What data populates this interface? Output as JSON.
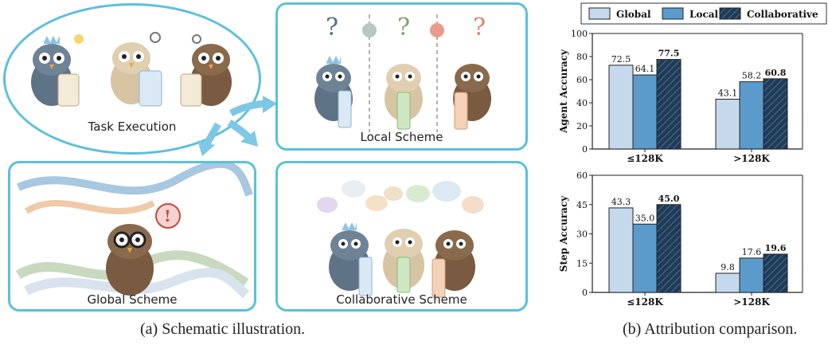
{
  "illustration": {
    "task_execution_label": "Task Execution",
    "local_scheme_label": "Local Scheme",
    "global_scheme_label": "Global Scheme",
    "collaborative_scheme_label": "Collaborative Scheme",
    "caption": "(a) Schematic illustration."
  },
  "colors": {
    "global": "#c6d9ec",
    "local": "#5b9bcb",
    "collaborative": "#1f3b57",
    "panel_border": "#5bc0de"
  },
  "legend": [
    "Global",
    "Local",
    "Collaborative"
  ],
  "caption_b": "(b) Attribution comparison.",
  "chart_data": [
    {
      "type": "bar",
      "ylabel": "Agent Accuracy",
      "ylim": [
        0,
        100
      ],
      "yticks": [
        0,
        20,
        40,
        60,
        80,
        100
      ],
      "categories": [
        "≤128K",
        ">128K"
      ],
      "series": [
        {
          "name": "Global",
          "values": [
            72.5,
            43.1
          ],
          "labels": [
            "72.5",
            "43.1"
          ]
        },
        {
          "name": "Local",
          "values": [
            64.1,
            58.2
          ],
          "labels": [
            "64.1",
            "58.2"
          ]
        },
        {
          "name": "Collaborative",
          "values": [
            77.5,
            60.8
          ],
          "labels": [
            "77.5",
            "60.8"
          ]
        }
      ],
      "legend_position": "top"
    },
    {
      "type": "bar",
      "ylabel": "Step Accuracy",
      "ylim": [
        0,
        60
      ],
      "yticks": [
        0,
        15,
        30,
        45,
        60
      ],
      "categories": [
        "≤128K",
        ">128K"
      ],
      "series": [
        {
          "name": "Global",
          "values": [
            43.3,
            9.8
          ],
          "labels": [
            "43.3",
            "9.8"
          ]
        },
        {
          "name": "Local",
          "values": [
            35.0,
            17.6
          ],
          "labels": [
            "35.0",
            "17.6"
          ]
        },
        {
          "name": "Collaborative",
          "values": [
            45.0,
            19.6
          ],
          "labels": [
            "45.0",
            "19.6"
          ]
        }
      ]
    }
  ]
}
